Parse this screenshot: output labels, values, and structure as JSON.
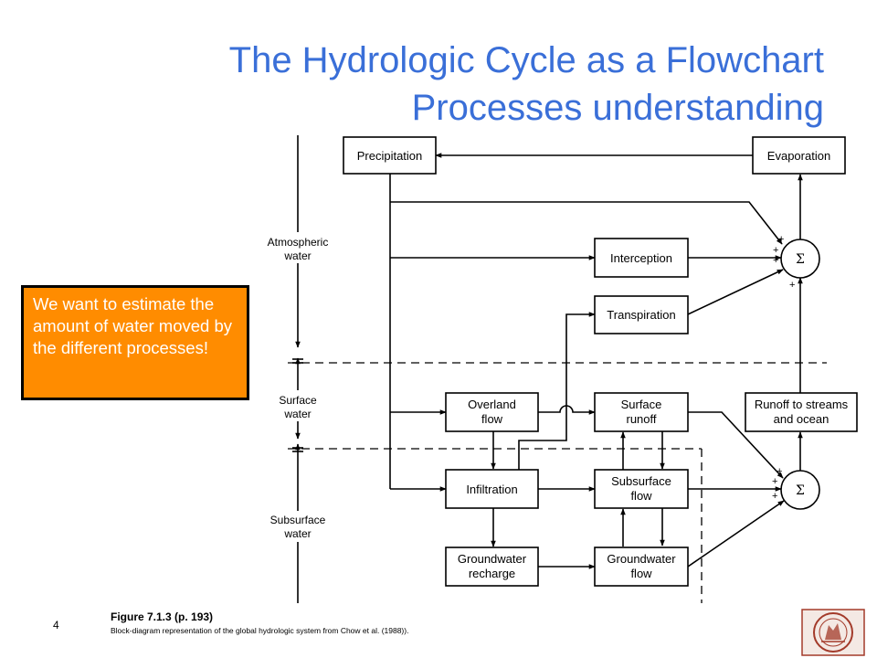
{
  "title": {
    "line1": "The Hydrologic Cycle as a Flowchart",
    "line2": "Processes understanding"
  },
  "zones": {
    "atmospheric_1": "Atmospheric",
    "atmospheric_2": "water",
    "surface_1": "Surface",
    "surface_2": "water",
    "subsurface_1": "Subsurface",
    "subsurface_2": "water"
  },
  "boxes": {
    "precipitation": "Precipitation",
    "evaporation": "Evaporation",
    "interception": "Interception",
    "transpiration": "Transpiration",
    "overland_1": "Overland",
    "overland_2": "flow",
    "surface_runoff_1": "Surface",
    "surface_runoff_2": "runoff",
    "runoff_ocean_1": "Runoff to streams",
    "runoff_ocean_2": "and ocean",
    "infiltration": "Infiltration",
    "subsurface_1": "Subsurface",
    "subsurface_2": "flow",
    "gw_recharge_1": "Groundwater",
    "gw_recharge_2": "recharge",
    "gw_flow_1": "Groundwater",
    "gw_flow_2": "flow"
  },
  "summation": {
    "symbol": "Σ",
    "plus": "+"
  },
  "callout": {
    "text": "We want to estimate the amount of water moved by the different processes!"
  },
  "figure": {
    "title": "Figure 7.1.3  (p. 193)",
    "caption": "Block-diagram representation of the global hydrologic system from Chow et al. (1988))."
  },
  "page_number": "4",
  "colors": {
    "title": "#3a6fd8",
    "callout_bg": "#ff8c00",
    "callout_text": "#ffffff",
    "logo": "#a33a2a"
  },
  "logo": {
    "icon": "university-seal-icon"
  }
}
